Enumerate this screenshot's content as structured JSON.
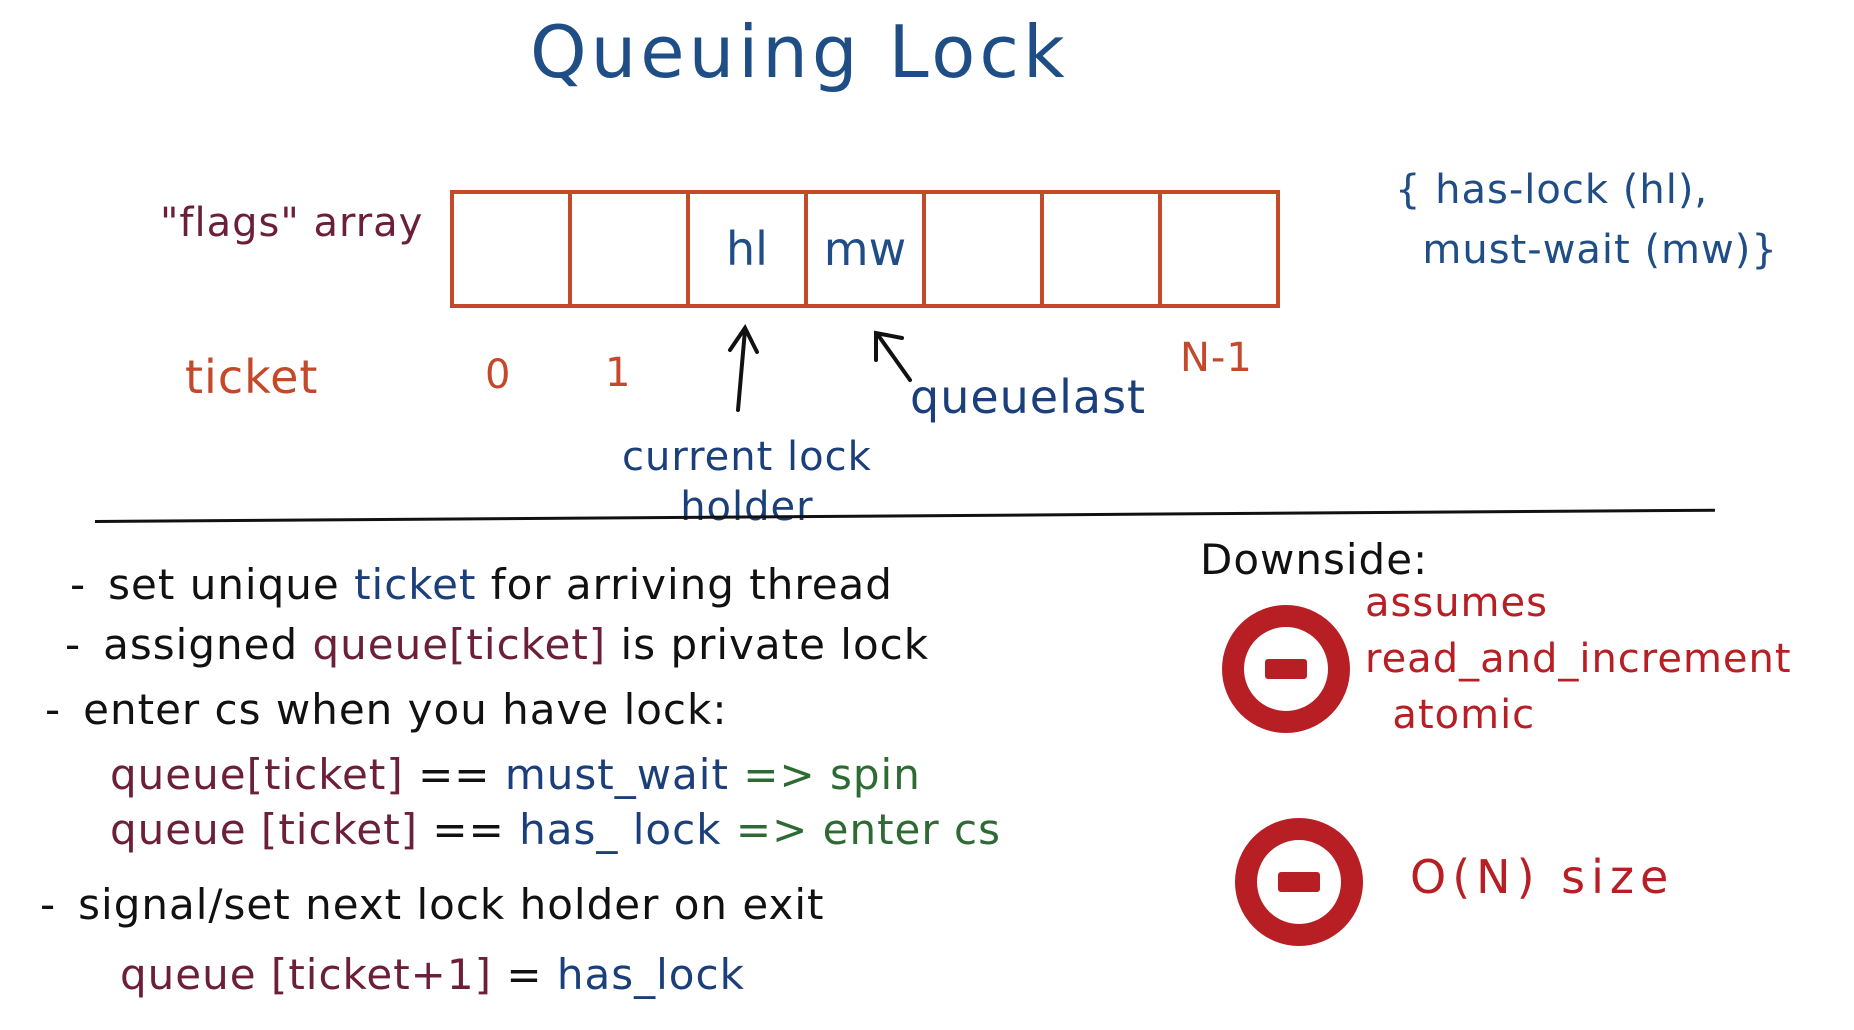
{
  "title": "Queuing Lock",
  "flags_label": "\"flags\" array",
  "flags_cells": [
    "",
    "",
    "hl",
    "mw",
    "",
    "",
    ""
  ],
  "legend": "{ has-lock (hl),\n  must-wait (mw)}",
  "ticket_label": "ticket",
  "ticket_indices": {
    "first": "0",
    "second": "1",
    "last": "N-1"
  },
  "holder_label": "current lock\nholder",
  "queuelast_label": "queuelast",
  "bullets": {
    "b1": {
      "dash": "-",
      "pre": "set unique ",
      "ticket": "ticket",
      "post": " for arriving thread"
    },
    "b2": {
      "dash": "-",
      "pre": "assigned ",
      "queue": "queue[ticket]",
      "post": " is private lock"
    },
    "b3": {
      "dash": "-",
      "text": "enter cs when you have lock:"
    },
    "b3a": {
      "queue": "queue[ticket]",
      "eq": " == ",
      "value": "must_wait",
      "result": " => spin"
    },
    "b3b": {
      "queue": "queue [ticket]",
      "eq": " == ",
      "value": "has_ lock",
      "result": " => enter cs"
    },
    "b4": {
      "dash": "-",
      "text": "signal/set next lock holder on exit"
    },
    "b4a": {
      "queue": "queue [ticket+1]",
      "eq": " = ",
      "value": "has_lock"
    }
  },
  "downside": {
    "title": "Downside:",
    "item1": "assumes\nread_and_increment\n  atomic",
    "item2": "O(N) size"
  },
  "colors": {
    "title": "#1f4e86",
    "array_border": "#c4482a",
    "maroon": "#6b1f3a",
    "green": "#2e6a33",
    "red": "#b71f24"
  }
}
